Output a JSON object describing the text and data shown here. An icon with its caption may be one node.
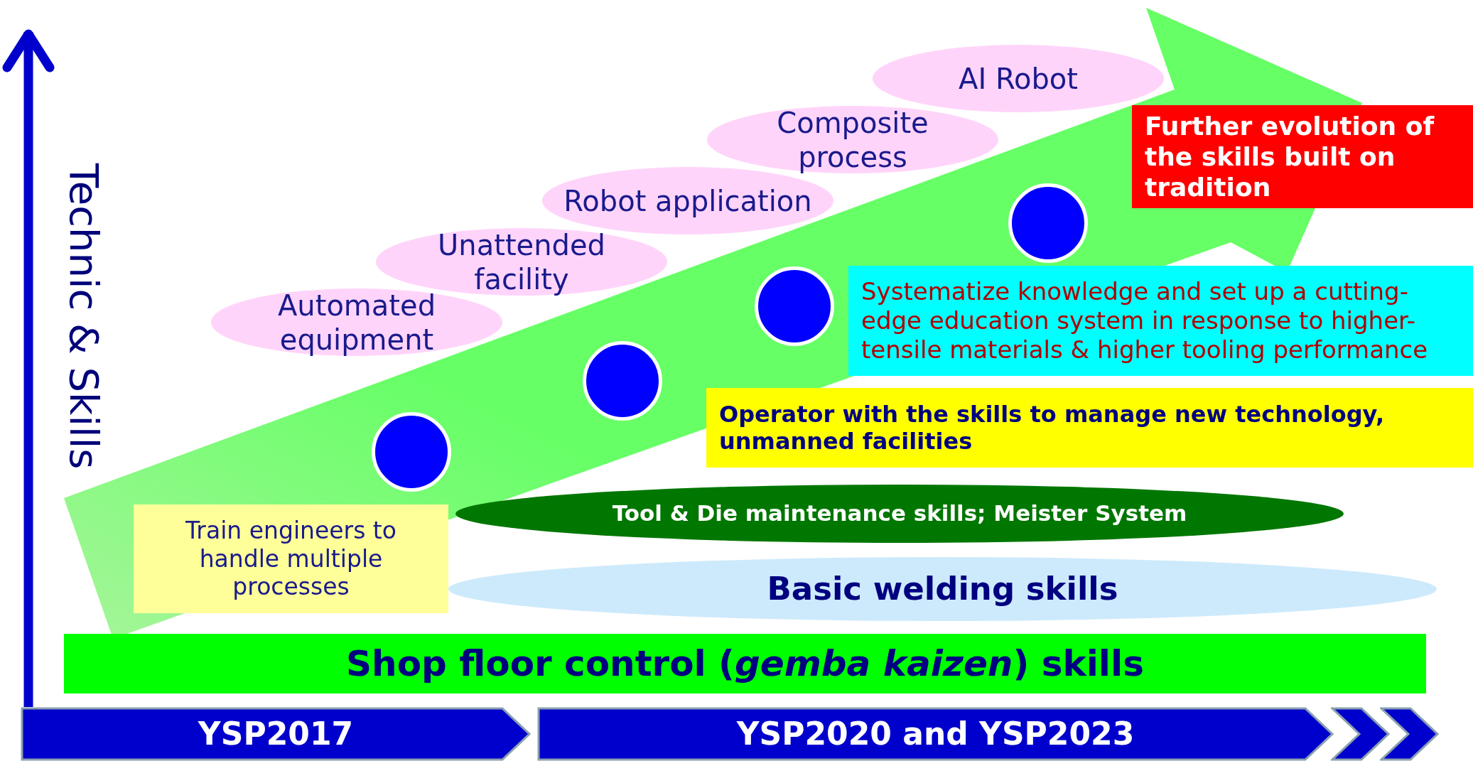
{
  "diagram": {
    "nodes": [
      {
        "text": [
          "AI Robot"
        ]
      },
      {
        "text": [
          "Composite process"
        ]
      },
      {
        "text": [
          "Robot application"
        ]
      },
      {
        "text": [
          "Unattended facility"
        ]
      },
      {
        "text": [
          "Automated equipment"
        ]
      },
      {
        "text": [
          "Further evolution of the skills built on tradition"
        ]
      },
      {
        "text": [],
        "shape": "circle"
      },
      {
        "text": [
          "Systematize knowledge and set up a cutting-edge education system in response to higher-tensile materials & higher tooling performance"
        ]
      },
      {
        "text": [],
        "shape": "circle"
      },
      {
        "text": [],
        "shape": "circle"
      },
      {
        "text": [
          "Operator with the skills to manage new technology, unmanned facilities"
        ]
      },
      {
        "text": [],
        "shape": "circle"
      },
      {
        "text": [
          "Tool & Die maintenance skills; Meister System"
        ]
      },
      {
        "text": [
          "Train engineers to handle multiple processes"
        ]
      },
      {
        "text": [
          "Basic welding skills"
        ]
      },
      {
        "text": [
          "Shop floor control (*gemba kaizen*) skills"
        ]
      },
      {
        "text": [
          "YSP2017"
        ]
      },
      {
        "text": [
          "YSP2020 and YSP2023"
        ]
      },
      {
        "text": [],
        "shape": "chevron"
      },
      {
        "text": [],
        "shape": "chevron"
      }
    ],
    "edges": [],
    "labels": [
      "Technic & Skills"
    ]
  }
}
